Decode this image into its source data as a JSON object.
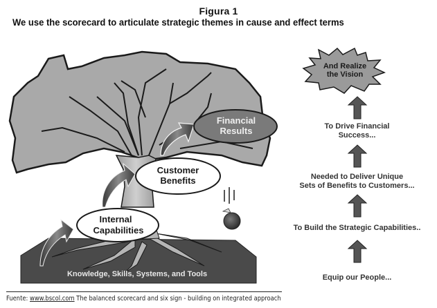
{
  "figure": {
    "label": "Figura 1",
    "title": "We use the scorecard to articulate strategic themes in cause and effect terms"
  },
  "tree": {
    "financial_label_1": "Financial",
    "financial_label_2": "Results",
    "customer_label_1": "Customer",
    "customer_label_2": "Benefits",
    "internal_label_1": "Internal",
    "internal_label_2": "Capabilities",
    "ground_label": "Knowledge, Skills, Systems, and Tools"
  },
  "chain": {
    "vision_1": "And Realize",
    "vision_2": "the Vision",
    "steps": [
      {
        "line1": "To Drive Financial",
        "line2": "Success..."
      },
      {
        "line1": "Needed to Deliver Unique",
        "line2": "Sets of Benefits to Customers..."
      },
      {
        "line1": "To Build the Strategic Capabilities..",
        "line2": ""
      },
      {
        "line1": "Equip our People...",
        "line2": ""
      }
    ]
  },
  "source": {
    "prefix": "Fuente: ",
    "link": "www.bscol.com",
    "text": " The balanced scorecard and six sign - building on integrated approach"
  },
  "colors": {
    "foliage": "#a9a9a9",
    "ground": "#4a4a4a",
    "arrow": "#555555",
    "financial_oval": "#7a7a7a"
  }
}
